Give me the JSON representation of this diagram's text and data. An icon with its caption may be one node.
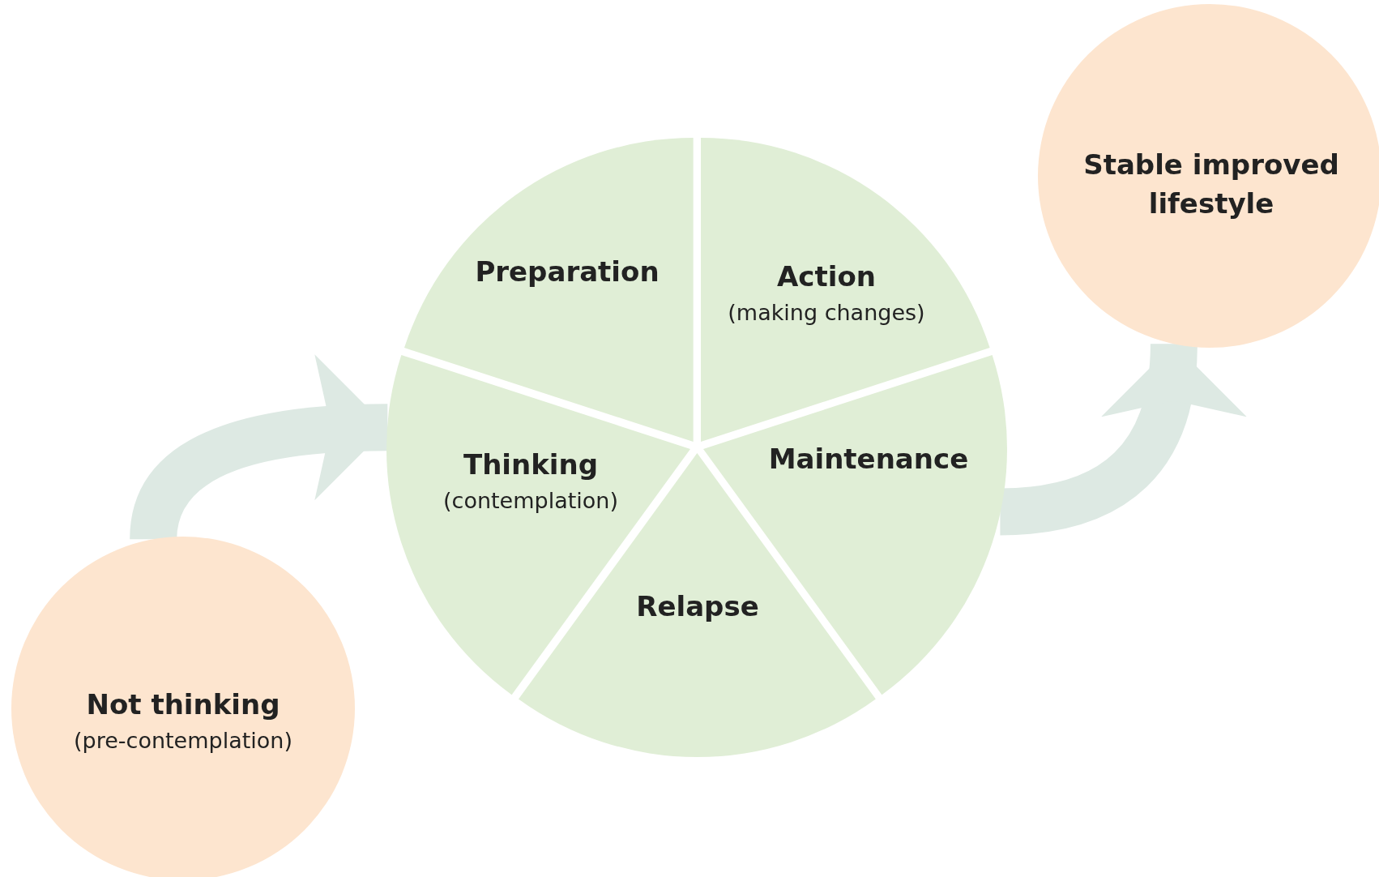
{
  "diagram": {
    "nodes": [
      {
        "text": [
          "Stable improved lifestyle"
        ]
      },
      {
        "text": [
          "Preparation"
        ]
      },
      {
        "text": [
          "Action",
          "(making changes)"
        ]
      },
      {
        "text": [
          "Thinking",
          "(contemplation)"
        ]
      },
      {
        "text": [
          "Maintenance"
        ]
      },
      {
        "text": [
          "Relapse"
        ]
      },
      {
        "text": [
          "Not thinking",
          "(pre-contemplation)"
        ]
      }
    ],
    "edges": [
      {
        "from": 6,
        "to": 3,
        "arrow": "to"
      },
      {
        "from": 4,
        "to": 0,
        "arrow": "to"
      }
    ]
  }
}
